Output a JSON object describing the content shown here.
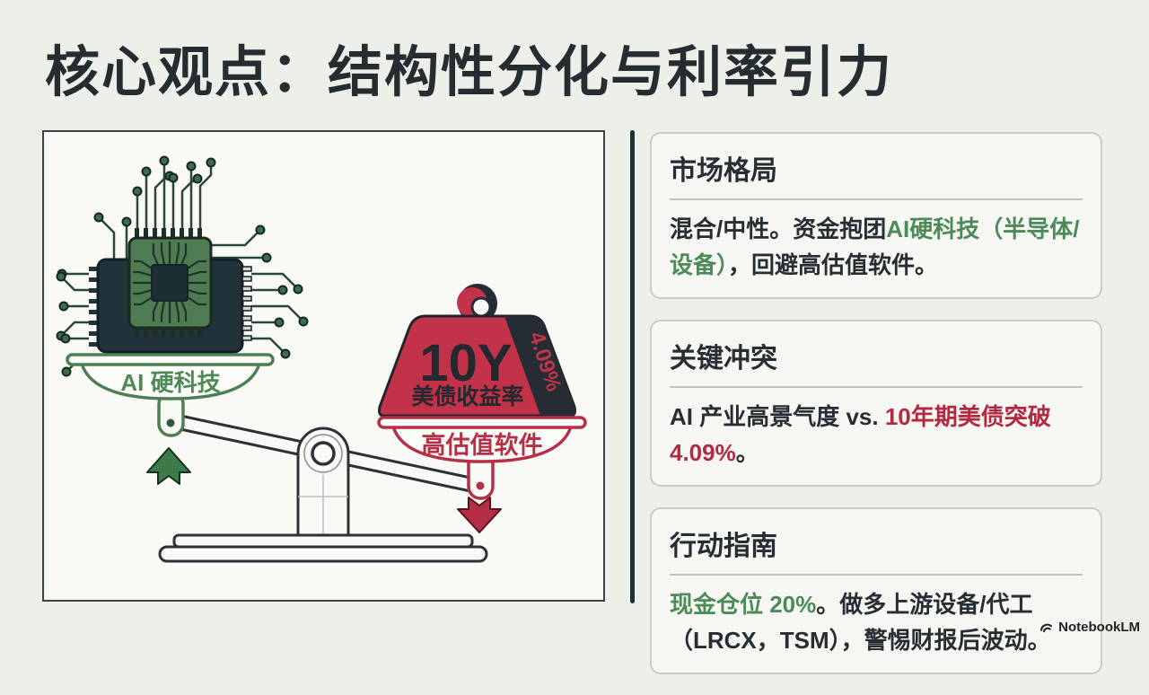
{
  "page": {
    "title": "核心观点：结构性分化与利率引力",
    "watermark": "NotebookLM"
  },
  "colors": {
    "background": "#edefe9",
    "panel_bg": "#f9faf6",
    "text_dark": "#272e33",
    "accent_green": "#4c8a57",
    "accent_red": "#b02a42",
    "weight_red": "#c23248",
    "weight_dark_side": "#262c33",
    "chip_green": "#4e7b52",
    "chip_dark": "#20333a"
  },
  "illustration": {
    "left_pan_label": "AI 硬科技",
    "weight_label_line1": "10Y",
    "weight_label_line2": "美债收益率",
    "weight_side_label": "4.09%",
    "right_pan_label": "高估值软件"
  },
  "cards": [
    {
      "title": "市场格局",
      "segments": {
        "s1": "混合/中性。资金抱团",
        "s2": "AI硬科技（半导体/设备）",
        "s3": "，回避高估值软件。"
      }
    },
    {
      "title": "关键冲突",
      "segments": {
        "s1": "AI 产业高景气度 vs. ",
        "s2": "10年期美债突破4.09%",
        "s3": "。"
      }
    },
    {
      "title": "行动指南",
      "segments": {
        "s1": "现金仓位 20%",
        "s2": "。做多上游设备/代工（LRCX，TSM），警惕财报后波动。"
      }
    }
  ]
}
